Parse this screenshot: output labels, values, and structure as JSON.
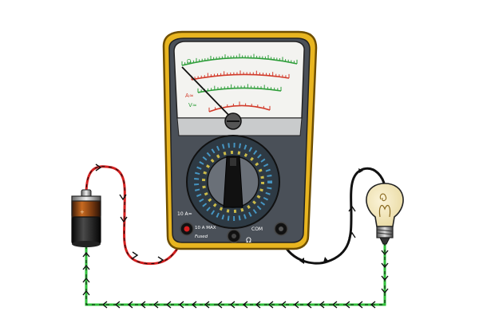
{
  "meter": {
    "scale_label_a": "A≈",
    "scale_label_ohm": "Ω",
    "scale_label_v": "V≈",
    "jack_label_10a": "10 A≃",
    "jack_label_10amax": "10 A MAX",
    "jack_label_fused": "Fused",
    "jack_label_com": "COM",
    "jack_label_ohm": "Ω"
  },
  "components": {
    "battery": "battery",
    "bulb": "light-bulb",
    "meter": "analog-multimeter"
  },
  "wires": {
    "red": "#d41f1f",
    "black": "#111111",
    "green": "#2fbf3a"
  },
  "colors": {
    "meter_case": "#e8b520",
    "meter_case_outline": "#8a6300",
    "face": "#4a5058",
    "dial_ring": "#2e3a44",
    "scale_green": "#2e9e3a",
    "scale_red": "#d23a2a",
    "dial_blue": "#4aa6d8",
    "dial_yellow": "#e8d24a"
  }
}
